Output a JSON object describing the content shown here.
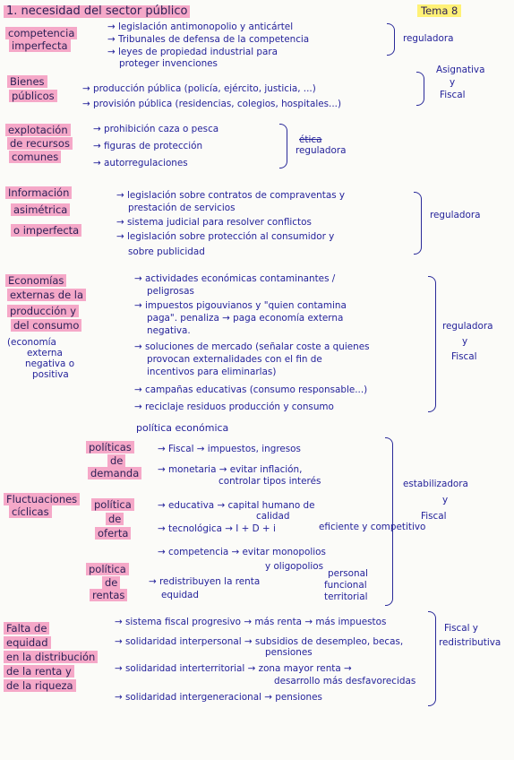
{
  "title": "1. necesidad del sector público",
  "tema": "Tema 8",
  "sections": [
    {
      "label": [
        "competencia",
        "imperfecta"
      ],
      "items": [
        "→ legislación antimonopolio y anticártel",
        "→ Tribunales de defensa de la competencia",
        "→ leyes de propiedad industrial para",
        "proteger invenciones"
      ],
      "tag": [
        "reguladora"
      ]
    },
    {
      "label": [
        "Bienes",
        "públicos"
      ],
      "items": [
        "→ producción pública (policía, ejército, justicia, ...)",
        "→ provisión pública (residencias, colegios, hospitales...)"
      ],
      "tag": [
        "Asignativa",
        "y",
        "Fiscal"
      ]
    },
    {
      "label": [
        "explotación",
        "de recursos",
        "comunes"
      ],
      "items": [
        "→ prohibición caza o pesca",
        "→ figuras de protección",
        "→ autorregulaciones"
      ],
      "tag": [
        "reguladora"
      ],
      "tag_struck": "ética"
    },
    {
      "label": [
        "Información",
        "asimétrica",
        "o imperfecta"
      ],
      "items": [
        "→ legislación sobre contratos de compraventas y",
        "prestación de servicios",
        "→ sistema judicial para resolver conflictos",
        "→ legislación sobre protección al consumidor y",
        "sobre publicidad"
      ],
      "tag": [
        "reguladora"
      ]
    },
    {
      "label": [
        "Economías",
        "externas de la",
        "producción y",
        "del consumo"
      ],
      "note": [
        "(economía",
        "externa",
        "negativa o",
        "positiva"
      ],
      "items": [
        "→ actividades económicas contaminantes /",
        "peligrosas",
        "→ impuestos pigouvianos y \"quien contamina",
        "paga\". penaliza → paga economía externa",
        "negativa.",
        "→ soluciones de mercado (señalar coste a quienes",
        "provocan externalidades con el fin de",
        "incentivos para eliminarlas)",
        "→ campañas educativas (consumo responsable...)",
        "→ reciclaje residuos producción y consumo"
      ],
      "tag": [
        "reguladora",
        "y",
        "Fiscal"
      ]
    },
    {
      "heading": "política económica",
      "label": [
        "Fluctuaciones",
        "cíclicas"
      ],
      "groups": [
        {
          "label": [
            "políticas",
            "de",
            "demanda"
          ],
          "items": [
            "→ Fiscal → impuestos, ingresos",
            "→ monetaria → evitar inflación,",
            "controlar tipos interés"
          ]
        },
        {
          "label": [
            "política",
            "de",
            "oferta"
          ],
          "items": [
            "→ educativa → capital humano de",
            "calidad",
            "→ tecnológica → I + D + i",
            "eficiente y competitivo",
            "→ competencia → evitar monopolios",
            "y oligopolios"
          ]
        },
        {
          "label": [
            "política",
            "de",
            "rentas"
          ],
          "items": [
            "→ redistribuyen la renta",
            "equidad",
            "personal",
            "funcional",
            "territorial"
          ]
        }
      ],
      "tag": [
        "estabilizadora",
        "y",
        "Fiscal"
      ]
    },
    {
      "label": [
        "Falta de",
        "equidad",
        "en la distribución",
        "de la renta y",
        "de la riqueza"
      ],
      "items": [
        "→ sistema fiscal progresivo → más renta → más impuestos",
        "→ solidaridad interpersonal → subsidios de desempleo, becas,",
        "pensiones",
        "→ solidaridad interterritorial → zona mayor renta →",
        "desarrollo más desfavorecidas",
        "→ solidaridad intergeneracional → pensiones"
      ],
      "tag": [
        "Fiscal y",
        "redistributiva"
      ]
    }
  ]
}
